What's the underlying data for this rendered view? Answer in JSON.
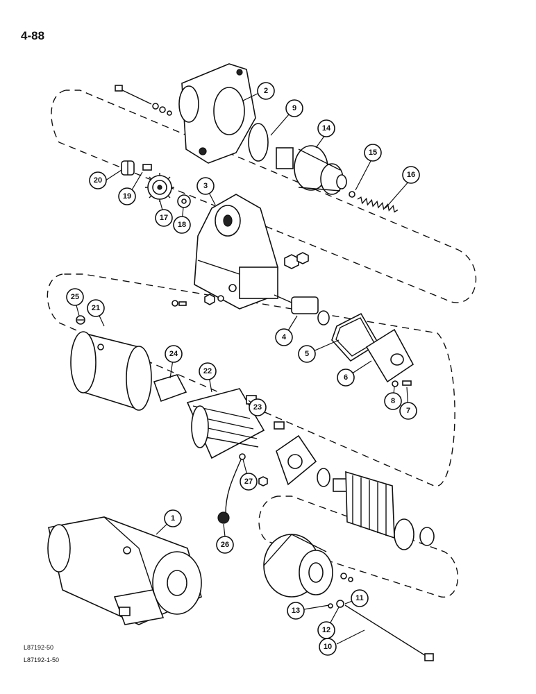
{
  "page_number": "4-88",
  "figure_ids": [
    "L87192-50",
    "L87192-1-50"
  ],
  "callouts": [
    {
      "id": "c1",
      "label": "1"
    },
    {
      "id": "c2",
      "label": "2"
    },
    {
      "id": "c3",
      "label": "3"
    },
    {
      "id": "c4",
      "label": "4"
    },
    {
      "id": "c5",
      "label": "5"
    },
    {
      "id": "c6",
      "label": "6"
    },
    {
      "id": "c7",
      "label": "7"
    },
    {
      "id": "c8",
      "label": "8"
    },
    {
      "id": "c9",
      "label": "9"
    },
    {
      "id": "c10",
      "label": "10"
    },
    {
      "id": "c11",
      "label": "11"
    },
    {
      "id": "c12",
      "label": "12"
    },
    {
      "id": "c13",
      "label": "13"
    },
    {
      "id": "c14",
      "label": "14"
    },
    {
      "id": "c15",
      "label": "15"
    },
    {
      "id": "c16",
      "label": "16"
    },
    {
      "id": "c17",
      "label": "17"
    },
    {
      "id": "c18",
      "label": "18"
    },
    {
      "id": "c19",
      "label": "19"
    },
    {
      "id": "c20",
      "label": "20"
    },
    {
      "id": "c21",
      "label": "21"
    },
    {
      "id": "c22",
      "label": "22"
    },
    {
      "id": "c23",
      "label": "23"
    },
    {
      "id": "c24",
      "label": "24"
    },
    {
      "id": "c25",
      "label": "25"
    },
    {
      "id": "c26",
      "label": "26"
    },
    {
      "id": "c27",
      "label": "27"
    }
  ]
}
